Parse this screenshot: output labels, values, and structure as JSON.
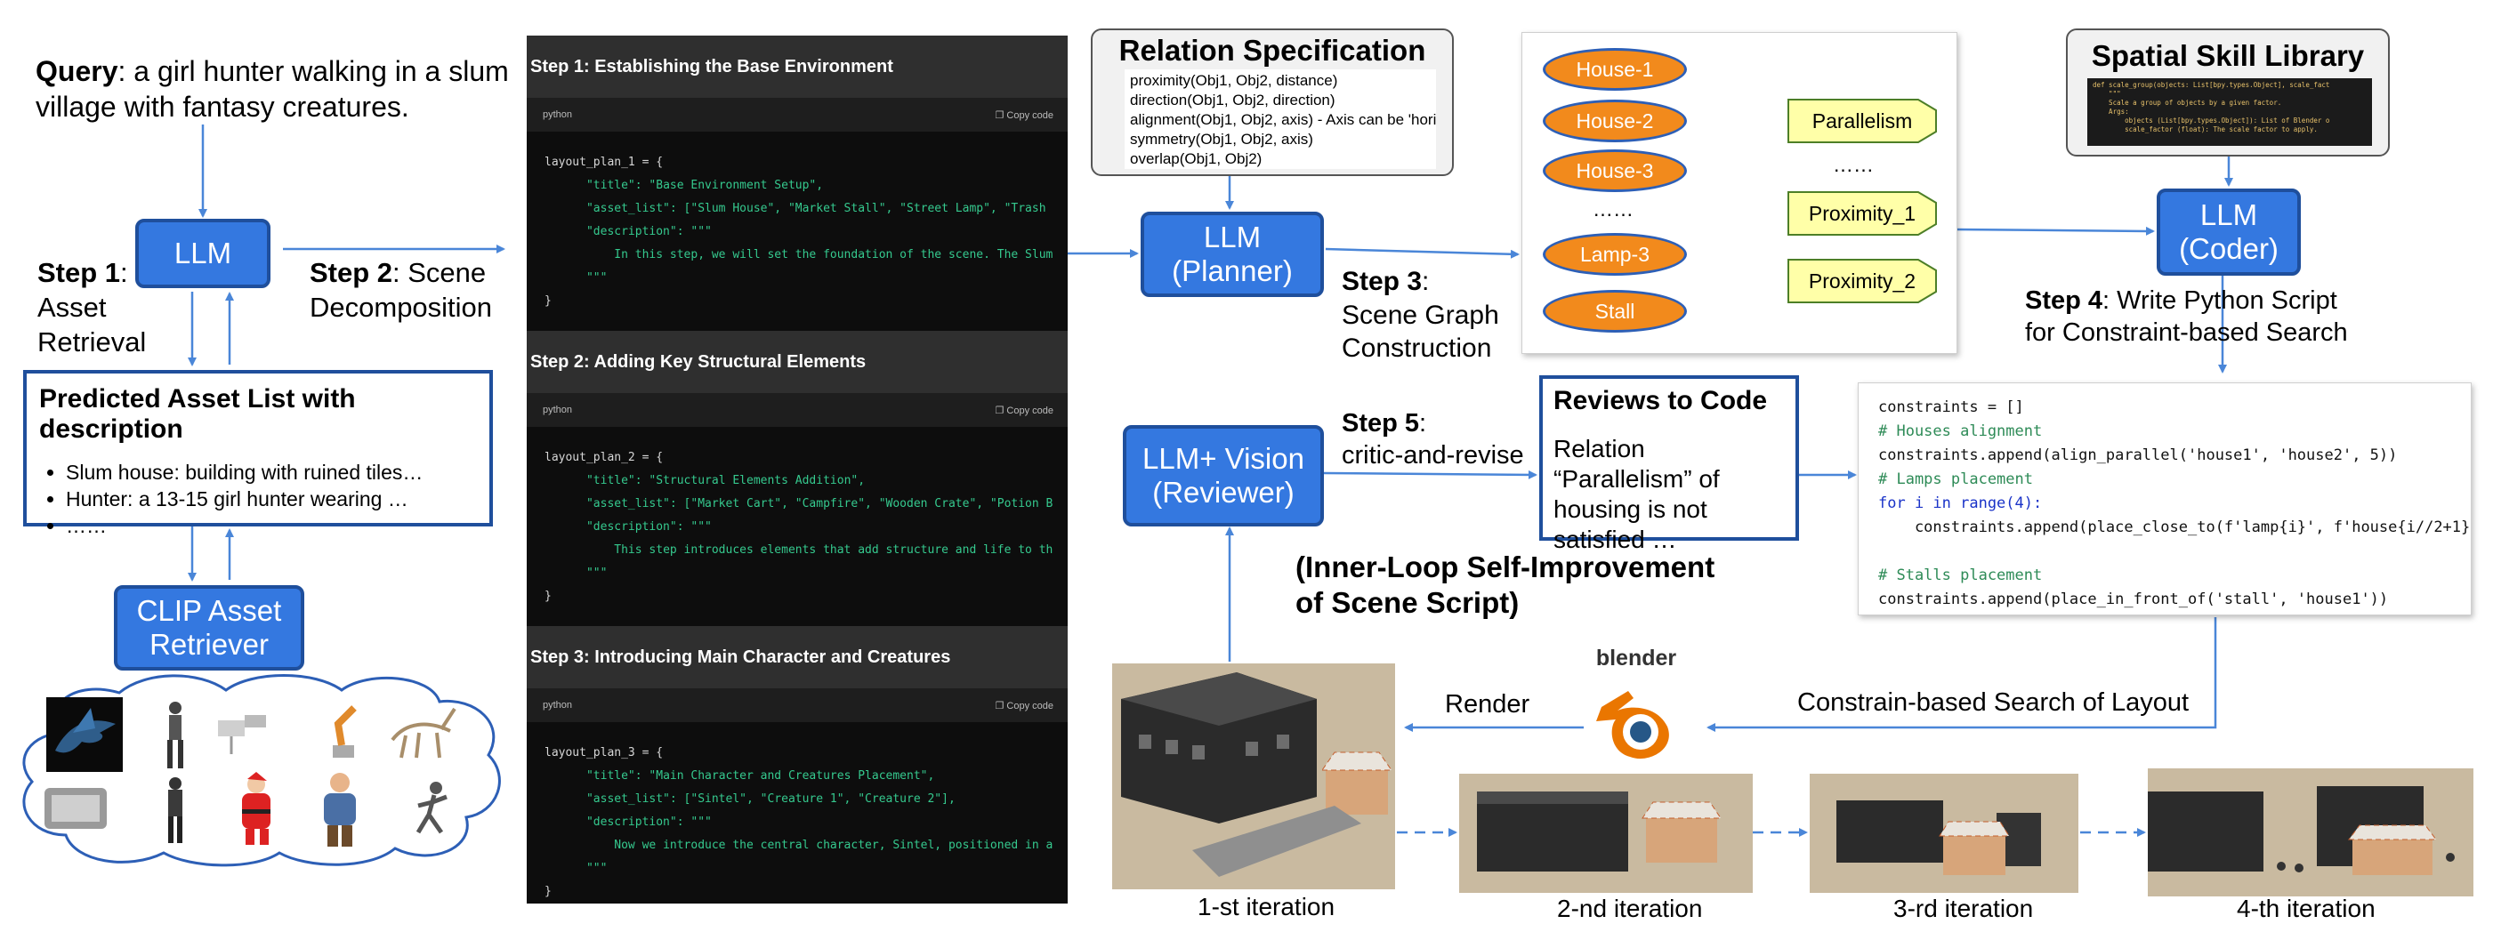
{
  "query": {
    "label": "Query",
    "text": ": a girl hunter walking in a slum village with fantasy creatures."
  },
  "llm_box": "LLM",
  "step1": {
    "label": "Step 1",
    "text_line1": ":",
    "text_line2": "Asset",
    "text_line3": "Retrieval"
  },
  "step2": {
    "label": "Step 2",
    "text_line1": ": Scene",
    "text_line2": "Decomposition"
  },
  "asset_list": {
    "title": "Predicted Asset List with description",
    "items": [
      "Slum house: building with ruined tiles…",
      "Hunter: a 13-15 girl hunter wearing …",
      "……"
    ]
  },
  "clip": {
    "line1": "CLIP Asset",
    "line2": "Retriever"
  },
  "code_panel": {
    "copy_label": "Copy code",
    "lang": "python",
    "steps": [
      {
        "title": "Step 1: Establishing the Base Environment",
        "var": "layout_plan_1 = {",
        "title_line": "\"Base Environment Setup\",",
        "assets": "[\"Slum House\", \"Market Stall\", \"Street Lamp\", \"Trash",
        "desc": "In this step, we will set the foundation of the scene. The Slum"
      },
      {
        "title": "Step 2: Adding Key Structural Elements",
        "var": "layout_plan_2 = {",
        "title_line": "\"Structural Elements Addition\",",
        "assets": "[\"Market Cart\", \"Campfire\", \"Wooden Crate\", \"Potion B",
        "desc": "This step introduces elements that add structure and life to th"
      },
      {
        "title": "Step 3: Introducing Main Character and Creatures",
        "var": "layout_plan_3 = {",
        "title_line": "\"Main Character and Creatures Placement\",",
        "assets": "[\"Sintel\", \"Creature 1\", \"Creature 2\"],",
        "desc": "Now we introduce the central character, Sintel, positioned in a"
      }
    ],
    "key_title": "\"title\": ",
    "key_assets": "\"asset_list\": ",
    "key_desc": "\"description\": \"\"\"",
    "triple": "\"\"\"",
    "close": "}"
  },
  "relation_spec": {
    "title": "Relation Specification",
    "lines": [
      "proximity(Obj1, Obj2, distance)",
      "direction(Obj1, Obj2, direction)",
      "alignment(Obj1, Obj2, axis) - Axis can be 'hori",
      "symmetry(Obj1, Obj2, axis)",
      "overlap(Obj1, Obj2)"
    ]
  },
  "planner": {
    "line1": "LLM",
    "line2": "(Planner)"
  },
  "step3": {
    "label": "Step 3",
    "text_line1": ":",
    "text_line2": "Scene Graph",
    "text_line3": "Construction"
  },
  "scene_graph": {
    "nodes": [
      "House-1",
      "House-2",
      "House-3",
      "……",
      "Lamp-3",
      "Stall"
    ],
    "relations": [
      "Parallelism",
      "……",
      "Proximity_1",
      "Proximity_2"
    ]
  },
  "skill_library": {
    "title": "Spatial Skill Library",
    "code_lines": [
      "def scale_group(objects: List[bpy.types.Object], scale_fact",
      "    \"\"\"",
      "    Scale a group of objects by a given factor.",
      "",
      "    Args:",
      "        objects (List[bpy.types.Object]): List of Blender o",
      "        scale_factor (float): The scale factor to apply."
    ]
  },
  "coder": {
    "line1": "LLM",
    "line2": "(Coder)"
  },
  "step4": {
    "label": "Step 4",
    "text_line1": ": Write Python Script",
    "text_line2": "for Constraint-based Search"
  },
  "constraints_code": {
    "lines": [
      "constraints = []",
      "# Houses alignment",
      "constraints.append(align_parallel('house1', 'house2', 5))",
      "# Lamps placement",
      "for i in range(4):",
      "    constraints.append(place_close_to(f'lamp{i}', f'house{i//2+1}'",
      "",
      "# Stalls placement",
      "constraints.append(place_in_front_of('stall', 'house1'))"
    ]
  },
  "reviewer": {
    "line1": "LLM+ Vision",
    "line2": "(Reviewer)"
  },
  "step5": {
    "label": "Step 5",
    "text_line1": ":",
    "text_line2": "critic-and-revise"
  },
  "review": {
    "title": "Reviews to Code",
    "text": "Relation “Parallelism” of housing is not satisfied …"
  },
  "inner_loop": {
    "line1": "(Inner-Loop Self-Improvement",
    "line2": "of Scene Script)"
  },
  "blender_label": "blender",
  "render_label": "Render",
  "constrain_search_label": "Constrain-based Search of Layout",
  "iterations": [
    "1-st iteration",
    "2-nd iteration",
    "3-rd iteration",
    "4-th iteration"
  ],
  "colors": {
    "box_blue": "#3478e0",
    "box_border": "#1f4f9c",
    "arrow_blue": "#4a86d8",
    "node_orange": "#f28a1c",
    "tag_yellow": "#ffffa8"
  }
}
